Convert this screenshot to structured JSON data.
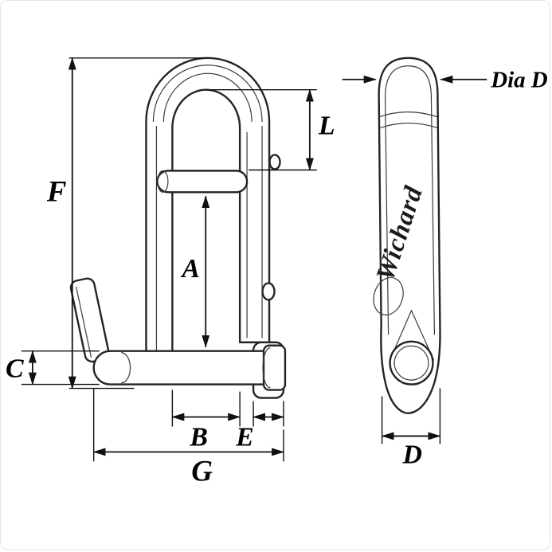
{
  "drawing": {
    "brand_logo": "Wichard",
    "front_view_labels": {
      "F": "F",
      "L": "L",
      "A": "A",
      "C": "C",
      "B": "B",
      "E": "E",
      "G": "G"
    },
    "side_view_labels": {
      "dia_d": "Dia D",
      "d": "D"
    }
  },
  "colors": {
    "ink": "#242424",
    "label": "#000000",
    "background": "#ffffff"
  }
}
